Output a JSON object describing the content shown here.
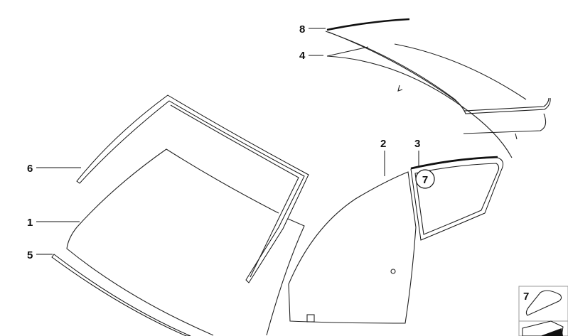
{
  "diagram": {
    "callouts": [
      {
        "id": "1",
        "label": "1"
      },
      {
        "id": "2",
        "label": "2"
      },
      {
        "id": "3",
        "label": "3"
      },
      {
        "id": "4",
        "label": "4"
      },
      {
        "id": "5",
        "label": "5"
      },
      {
        "id": "6",
        "label": "6"
      },
      {
        "id": "7",
        "label": "7"
      },
      {
        "id": "8",
        "label": "8"
      }
    ],
    "legend_box": {
      "label": "7"
    },
    "line_color": "#111111",
    "background": "#ffffff"
  }
}
